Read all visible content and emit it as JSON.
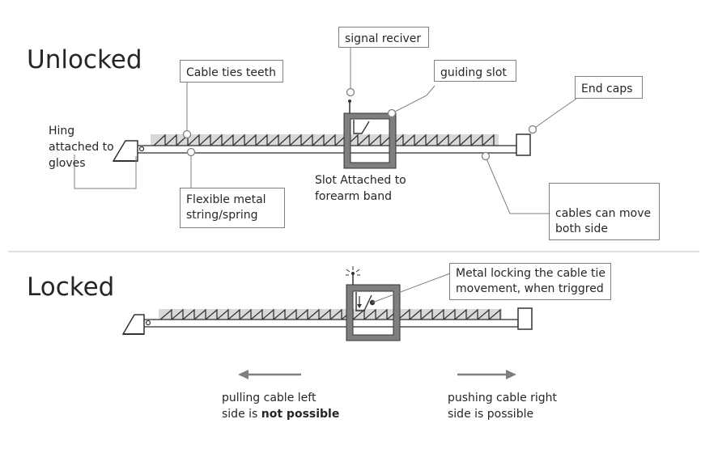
{
  "unlocked": {
    "title": "Unlocked",
    "labels": {
      "cable_ties": "Cable ties teeth",
      "signal": "signal reciver",
      "guiding": "guiding slot",
      "end_caps": "End caps",
      "hinge_1": "Hing",
      "hinge_2": "attached to",
      "hinge_3": "gloves",
      "flex_1": "Flexible metal",
      "flex_2": "string/spring",
      "slot_1": "Slot Attached to",
      "slot_2": "forearm band",
      "move_1": "cables can move",
      "move_2": "both side"
    }
  },
  "locked": {
    "title": "Locked",
    "labels": {
      "metal_1": "Metal locking the cable tie",
      "metal_2": "movement, when triggred",
      "pull_1": "pulling cable left",
      "pull_2a": "side is ",
      "pull_2b": "not possible",
      "push_1": "pushing cable right",
      "push_2": "side is possible"
    }
  },
  "colors": {
    "stroke": "#333333",
    "frame_fill": "#7f7f7f",
    "teeth_band": "#d9d9d9",
    "arrow": "#7f7f7f",
    "divider": "#bfbfbf"
  }
}
